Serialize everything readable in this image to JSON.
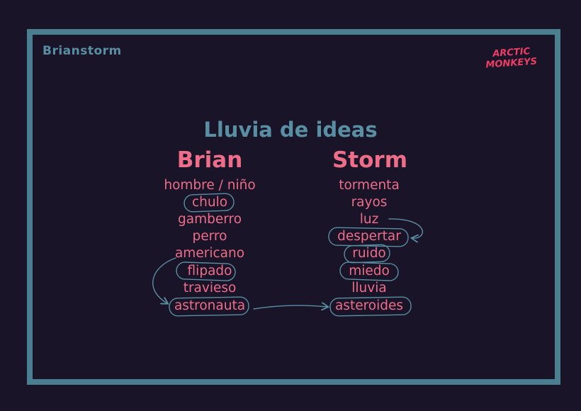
{
  "header_title": "Brianstorm",
  "logo": {
    "line1": "ARCTIC",
    "line2": "MONKEYS",
    "color": "#ee3d64"
  },
  "heading": "Lluvia de ideas",
  "columns": [
    {
      "title": "Brian",
      "words": [
        "hombre / niño",
        "chulo",
        "gamberro",
        "perro",
        "americano",
        "flipado",
        "travieso",
        "astronauta"
      ]
    },
    {
      "title": "Storm",
      "words": [
        "tormenta",
        "rayos",
        "luz",
        "despertar",
        "ruido",
        "miedo",
        "lluvia",
        "asteroides"
      ]
    }
  ],
  "colors": {
    "background": "#191428",
    "frame": "#4a7f92",
    "accent_blue": "#5a8ea3",
    "accent_pink": "#ee6e8a"
  }
}
